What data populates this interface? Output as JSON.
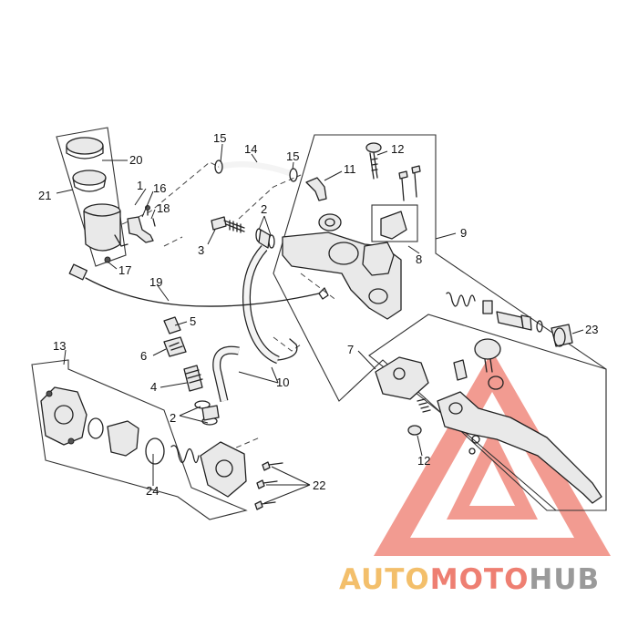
{
  "callouts": {
    "c1": "1",
    "c2a": "2",
    "c2b": "2",
    "c3": "3",
    "c4": "4",
    "c5": "5",
    "c6": "6",
    "c7": "7",
    "c8": "8",
    "c9": "9",
    "c10": "10",
    "c11": "11",
    "c12a": "12",
    "c12b": "12",
    "c13": "13",
    "c14": "14",
    "c15a": "15",
    "c15b": "15",
    "c16": "16",
    "c17": "17",
    "c18": "18",
    "c19": "19",
    "c20": "20",
    "c21": "21",
    "c22": "22",
    "c23": "23",
    "c24": "24"
  },
  "watermark": {
    "part1": "AUTO",
    "part2": "MOTO",
    "part3": "HUB",
    "colors": {
      "auto": "#f3bf6b",
      "moto": "#ee7f72",
      "hub": "#9a9a9a",
      "triangle": "#f08a7e"
    }
  }
}
